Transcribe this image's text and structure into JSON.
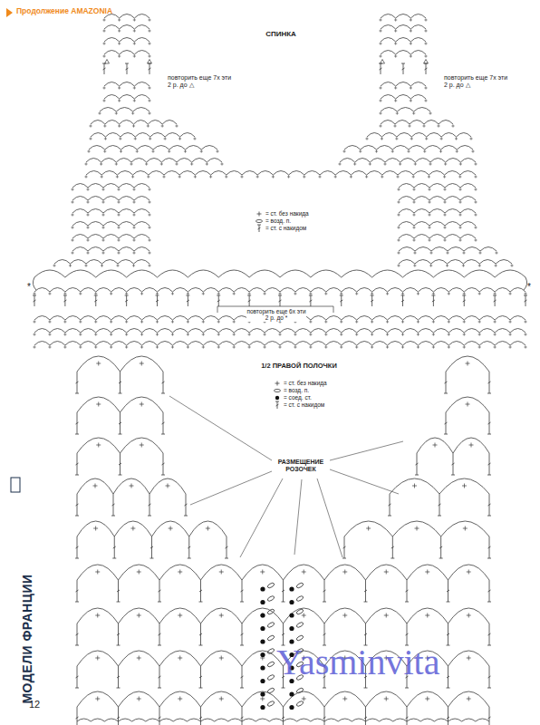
{
  "diagram": {
    "title": "Продолжение AMAZONIA",
    "labels": [
      "СПИНКА",
      "повторить еще 7х эти 2 р. до △",
      "повторить еще 7х эти 2 р. до △",
      "повторить еще 6х эти 2 р. до *",
      "*",
      "*",
      "1/2 ПРАВОЙ ПОЛОЧКИ",
      "РАЗМЕЩЕНИЕ РОЗОЧЕК",
      "МОДЕЛИ ФРАНЦИИ",
      "12",
      "Yasminvita"
    ],
    "legend": [
      {
        "text": "= ст. без накида"
      },
      {
        "text": "= возд. п."
      },
      {
        "text": "= ст. с накидом"
      },
      {
        "text": "= ст. без накида"
      },
      {
        "text": "= возд. п."
      },
      {
        "text": "= соед. ст."
      },
      {
        "text": "= ст. с накидом"
      }
    ]
  }
}
